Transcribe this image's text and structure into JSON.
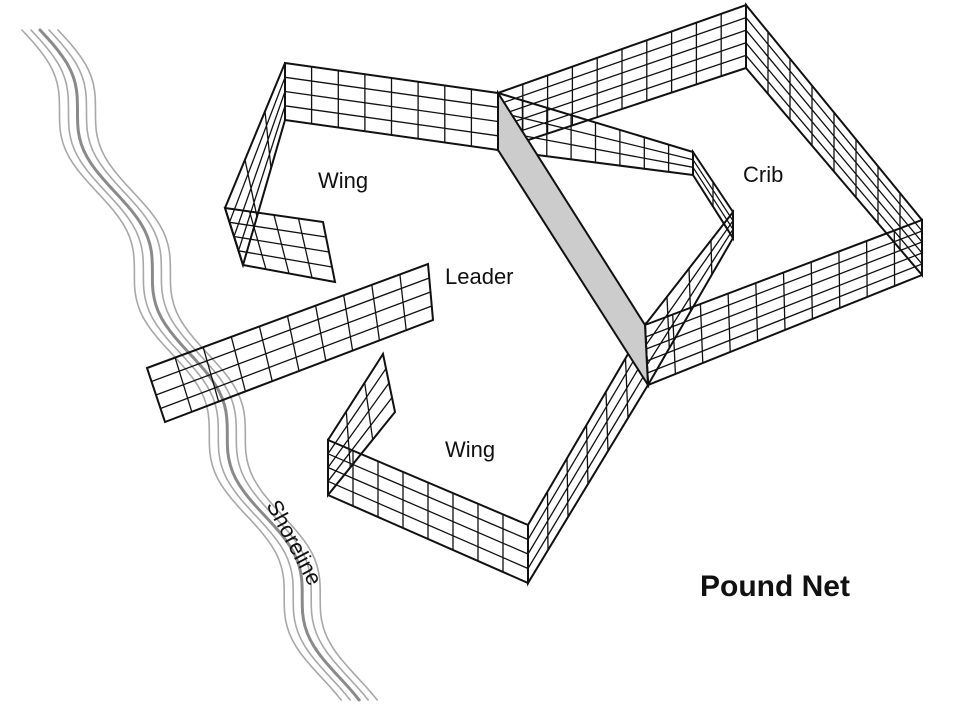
{
  "diagram": {
    "title": "Pound Net",
    "labels": {
      "wing_upper": "Wing",
      "wing_lower": "Wing",
      "leader": "Leader",
      "crib": "Crib",
      "shoreline": "Shoreline"
    }
  },
  "colors": {
    "line": "#111111",
    "shoreline": "#a8a8a8",
    "shoreline_dark": "#8a8a8a",
    "divider_fill": "#cccccc",
    "background": "#ffffff"
  }
}
